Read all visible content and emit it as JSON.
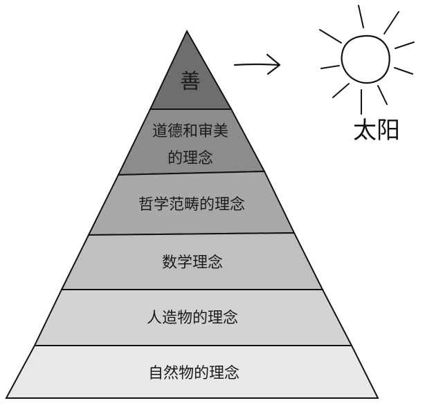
{
  "diagram": {
    "levels": [
      {
        "label": "善",
        "fill": "#6e6e6e"
      },
      {
        "label": "道德和审美",
        "label2": "的理念",
        "fill": "#8c8c8c"
      },
      {
        "label": "哲学范畴的理念",
        "fill": "#a9a9a9"
      },
      {
        "label": "数学理念",
        "fill": "#c0c0c0"
      },
      {
        "label": "人造物的理念",
        "fill": "#d3d3d3"
      },
      {
        "label": "自然物的理念",
        "fill": "#e8e8e8"
      }
    ],
    "sun": {
      "label": "太阳",
      "icon": "sun-icon"
    },
    "arrow": {
      "icon": "arrow-right-icon"
    }
  }
}
